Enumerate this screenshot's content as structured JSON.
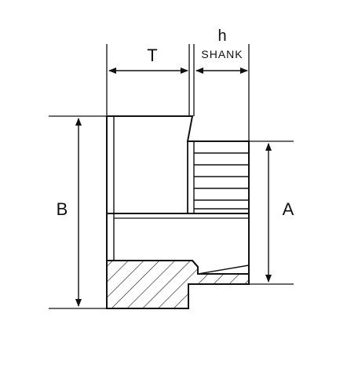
{
  "labels": {
    "t": "T",
    "h": "h",
    "shank": "SHANK",
    "b": "B",
    "a": "A"
  },
  "colors": {
    "ink": "#111111",
    "background": "#ffffff"
  }
}
